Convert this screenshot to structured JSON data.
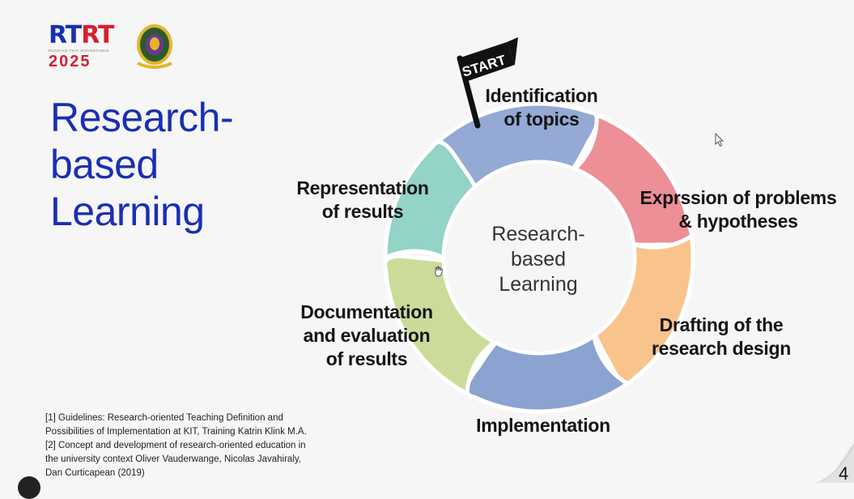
{
  "logo": {
    "wordmark": "RTRT",
    "tagline": "RUSSIAN-THAI ROUNDTABLE",
    "year": "2025"
  },
  "title": [
    "Research-",
    "based",
    "Learning"
  ],
  "flag": {
    "text": "START"
  },
  "cycle": {
    "center": [
      "Research-",
      "based",
      "Learning"
    ],
    "steps": [
      {
        "lines": [
          "Identification",
          "of topics"
        ],
        "color": "#94a9d4"
      },
      {
        "lines": [
          "Exprssion of problems",
          "& hypotheses"
        ],
        "color": "#ec8f97"
      },
      {
        "lines": [
          "Drafting of the",
          "research design"
        ],
        "color": "#f8c48c"
      },
      {
        "lines": [
          "Implementation"
        ],
        "color": "#8ca3d2"
      },
      {
        "lines": [
          "Documentation",
          "and evaluation",
          "of results"
        ],
        "color": "#cbdc9a"
      },
      {
        "lines": [
          "Representation",
          "of results"
        ],
        "color": "#93d3c8"
      }
    ]
  },
  "references": [
    "[1] Guidelines: Research-oriented Teaching Definition and",
    "Possibilities of Implementation at KIT, Training Katrin Klink M.A.",
    "[2] Concept and development of research-oriented education in",
    "the university context Oliver Vauderwange, Nicolas Javahiraly,",
    "Dan Curticapean (2019)"
  ],
  "page_number": "4"
}
